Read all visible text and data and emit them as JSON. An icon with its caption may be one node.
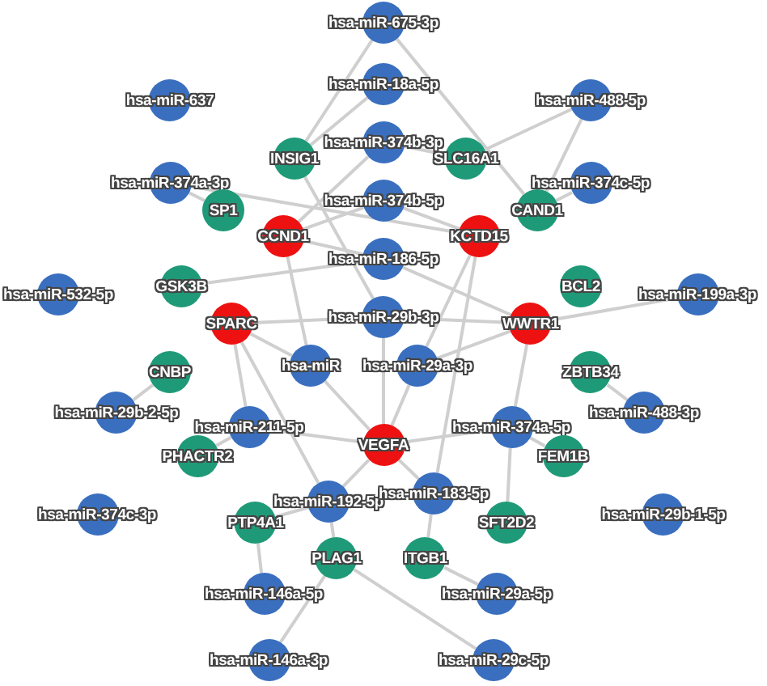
{
  "diagram": {
    "nodes": [
      {
        "text": [
          "hsa-miR-675-3p"
        ]
      },
      {
        "text": [
          "hsa-miR-18a-5p"
        ]
      },
      {
        "text": [
          "hsa-miR-637"
        ]
      },
      {
        "text": [
          "hsa-miR-488-5p"
        ]
      },
      {
        "text": [
          "INSIG1"
        ]
      },
      {
        "text": [
          "hsa-miR-374b-3p"
        ]
      },
      {
        "text": [
          "SLC16A1"
        ]
      },
      {
        "text": [
          "hsa-miR-374a-3p"
        ]
      },
      {
        "text": [
          "hsa-miR-374c-5p"
        ]
      },
      {
        "text": [
          "SP1"
        ]
      },
      {
        "text": [
          "CCND1"
        ]
      },
      {
        "text": [
          "hsa-miR-374b-5p"
        ]
      },
      {
        "text": [
          "KCTD15"
        ]
      },
      {
        "text": [
          "CAND1"
        ]
      },
      {
        "text": [
          "hsa-miR-186-5p"
        ]
      },
      {
        "text": [
          "hsa-miR-532-5p"
        ]
      },
      {
        "text": [
          "GSK3B"
        ]
      },
      {
        "text": [
          "BCL2"
        ]
      },
      {
        "text": [
          "hsa-miR-199a-3p"
        ]
      },
      {
        "text": [
          "hsa-miR-29b-3p"
        ]
      },
      {
        "text": [
          "SPARC"
        ]
      },
      {
        "text": [
          "WWTR1"
        ]
      },
      {
        "text": [
          "CNBP"
        ]
      },
      {
        "text": [
          "hsa-miR"
        ]
      },
      {
        "text": [
          "hsa-miR-29a-3p"
        ]
      },
      {
        "text": [
          "ZBTB34"
        ]
      },
      {
        "text": [
          "hsa-miR-29b-2-5p"
        ]
      },
      {
        "text": [
          "hsa-miR-211-5p"
        ]
      },
      {
        "text": [
          "hsa-miR-488-3p"
        ]
      },
      {
        "text": [
          "PHACTR2"
        ]
      },
      {
        "text": [
          "VEGFA"
        ]
      },
      {
        "text": [
          "hsa-miR-374a-5p"
        ]
      },
      {
        "text": [
          "FEM1B"
        ]
      },
      {
        "text": [
          "hsa-miR-192-5p"
        ]
      },
      {
        "text": [
          "hsa-miR-183-5p"
        ]
      },
      {
        "text": [
          "hsa-miR-374c-3p"
        ]
      },
      {
        "text": [
          "PTP4A1"
        ]
      },
      {
        "text": [
          "SFT2D2"
        ]
      },
      {
        "text": [
          "hsa-miR-29b-1-5p"
        ]
      },
      {
        "text": [
          "PLAG1"
        ]
      },
      {
        "text": [
          "ITGB1"
        ]
      },
      {
        "text": [
          "hsa-miR-146a-5p"
        ]
      },
      {
        "text": [
          "hsa-miR-29a-5p"
        ]
      },
      {
        "text": [
          "hsa-miR-146a-3p"
        ]
      },
      {
        "text": [
          "hsa-miR-29c-5p"
        ]
      }
    ],
    "edges": [
      {
        "from": 1,
        "to": 4,
        "arrow": "none"
      },
      {
        "from": 3,
        "to": 6,
        "arrow": "none"
      },
      {
        "from": 3,
        "to": 13,
        "arrow": "none"
      },
      {
        "from": 5,
        "to": 10,
        "arrow": "none"
      },
      {
        "from": 5,
        "to": 6,
        "arrow": "none"
      },
      {
        "from": 7,
        "to": 9,
        "arrow": "none"
      },
      {
        "from": 7,
        "to": 12,
        "arrow": "none"
      },
      {
        "from": 8,
        "to": 13,
        "arrow": "none"
      },
      {
        "from": 11,
        "to": 10,
        "arrow": "none"
      },
      {
        "from": 11,
        "to": 12,
        "arrow": "none"
      },
      {
        "from": 14,
        "to": 10,
        "arrow": "none"
      },
      {
        "from": 14,
        "to": 21,
        "arrow": "none"
      },
      {
        "from": 14,
        "to": 16,
        "arrow": "none"
      },
      {
        "from": 18,
        "to": 21,
        "arrow": "none"
      },
      {
        "from": 19,
        "to": 20,
        "arrow": "none"
      },
      {
        "from": 19,
        "to": 21,
        "arrow": "none"
      },
      {
        "from": 19,
        "to": 30,
        "arrow": "none"
      },
      {
        "from": 19,
        "to": 4,
        "arrow": "none"
      },
      {
        "from": 23,
        "to": 10,
        "arrow": "none"
      },
      {
        "from": 23,
        "to": 20,
        "arrow": "none"
      },
      {
        "from": 23,
        "to": 30,
        "arrow": "none"
      },
      {
        "from": 24,
        "to": 12,
        "arrow": "none"
      },
      {
        "from": 24,
        "to": 21,
        "arrow": "none"
      },
      {
        "from": 24,
        "to": 30,
        "arrow": "none"
      },
      {
        "from": 26,
        "to": 22,
        "arrow": "none"
      },
      {
        "from": 27,
        "to": 20,
        "arrow": "none"
      },
      {
        "from": 27,
        "to": 30,
        "arrow": "none"
      },
      {
        "from": 27,
        "to": 29,
        "arrow": "none"
      },
      {
        "from": 28,
        "to": 25,
        "arrow": "none"
      },
      {
        "from": 31,
        "to": 21,
        "arrow": "none"
      },
      {
        "from": 31,
        "to": 32,
        "arrow": "none"
      },
      {
        "from": 31,
        "to": 30,
        "arrow": "none"
      },
      {
        "from": 31,
        "to": 37,
        "arrow": "none"
      },
      {
        "from": 33,
        "to": 30,
        "arrow": "none"
      },
      {
        "from": 33,
        "to": 36,
        "arrow": "none"
      },
      {
        "from": 33,
        "to": 39,
        "arrow": "none"
      },
      {
        "from": 33,
        "to": 20,
        "arrow": "none"
      },
      {
        "from": 34,
        "to": 30,
        "arrow": "none"
      },
      {
        "from": 34,
        "to": 40,
        "arrow": "none"
      },
      {
        "from": 34,
        "to": 12,
        "arrow": "none"
      },
      {
        "from": 41,
        "to": 36,
        "arrow": "none"
      },
      {
        "from": 42,
        "to": 40,
        "arrow": "none"
      },
      {
        "from": 44,
        "to": 39,
        "arrow": "none"
      },
      {
        "from": 43,
        "to": 39,
        "arrow": "none"
      },
      {
        "from": 0,
        "to": 4,
        "arrow": "none"
      },
      {
        "from": 0,
        "to": 13,
        "arrow": "none"
      }
    ]
  }
}
